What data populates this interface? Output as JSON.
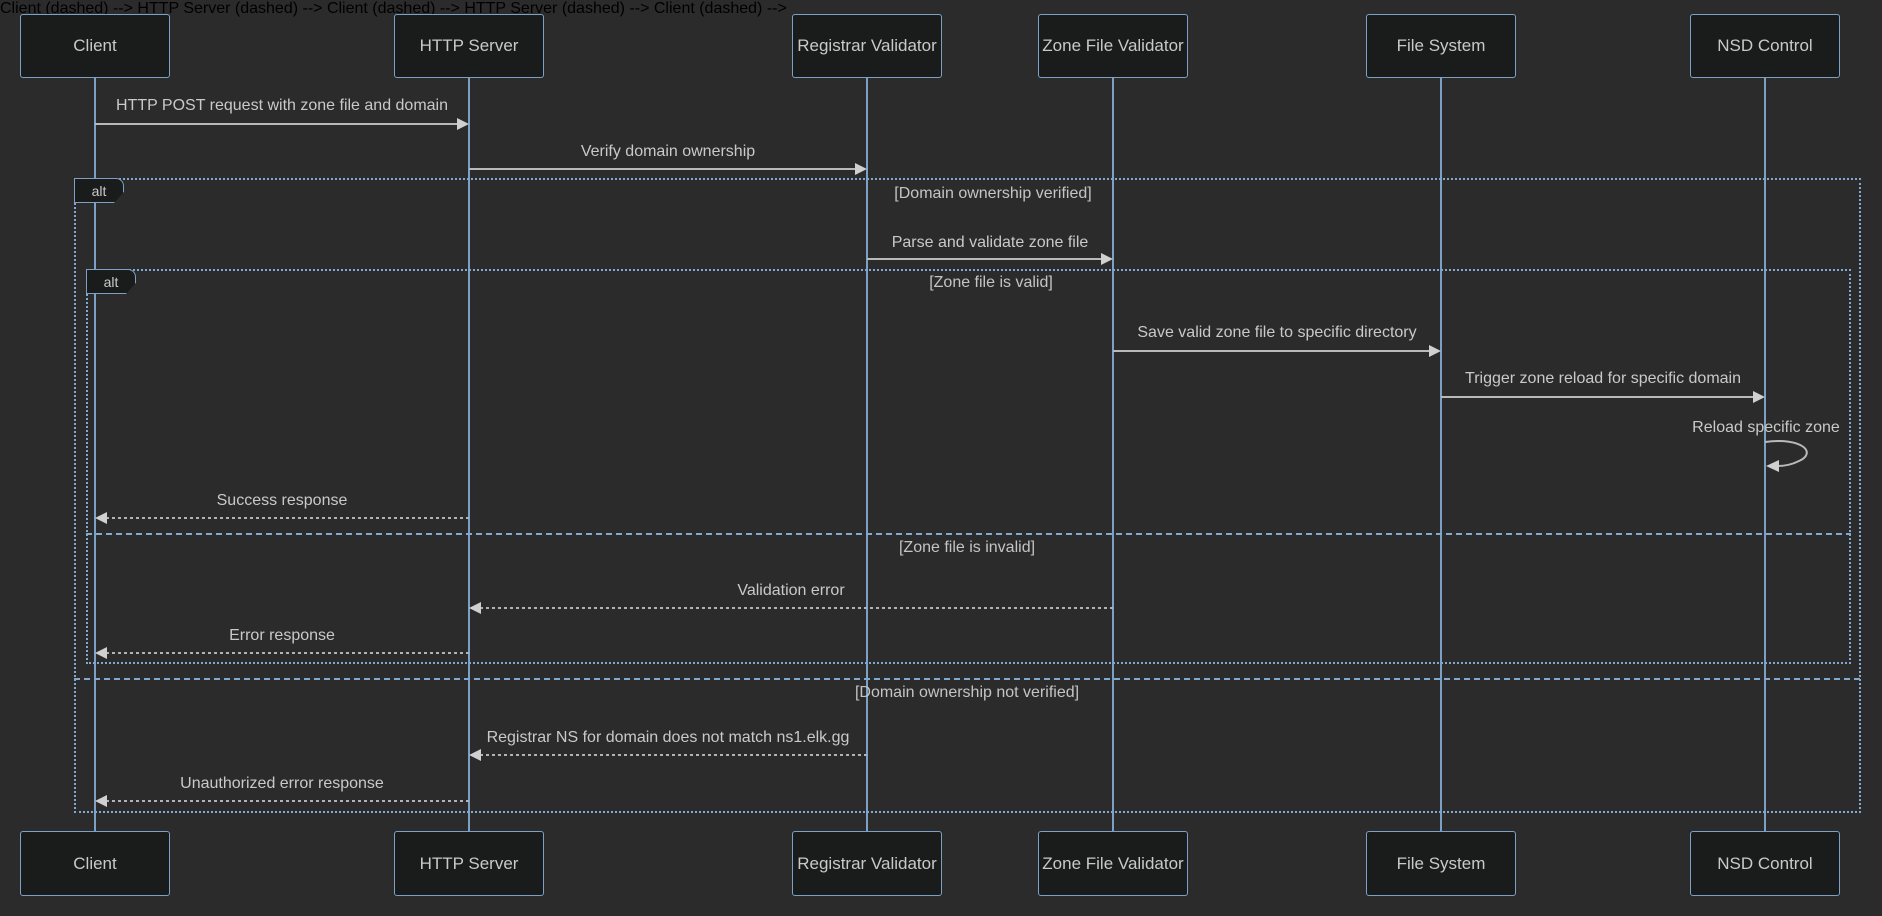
{
  "diagram_type": "sequence",
  "participants": [
    {
      "name": "Client"
    },
    {
      "name": "HTTP Server"
    },
    {
      "name": "Registrar Validator"
    },
    {
      "name": "Zone File Validator"
    },
    {
      "name": "File System"
    },
    {
      "name": "NSD Control"
    }
  ],
  "frames": {
    "outer": {
      "operator": "alt",
      "guard_verified": "[Domain ownership verified]",
      "guard_not_verified": "[Domain ownership not verified]"
    },
    "inner": {
      "operator": "alt",
      "guard_valid": "[Zone file is valid]",
      "guard_invalid": "[Zone file is invalid]"
    }
  },
  "messages": {
    "http_post": "HTTP POST request with zone file and domain",
    "verify_ownership": "Verify domain ownership",
    "parse_validate": "Parse and validate zone file",
    "save_zone": "Save valid zone file to specific directory",
    "trigger_reload": "Trigger zone reload for specific domain",
    "reload_zone": "Reload specific zone",
    "success": "Success response",
    "validation_error": "Validation error",
    "error_response": "Error response",
    "registrar_ns": "Registrar NS for domain does not match ns1.elk.gg",
    "unauthorized": "Unauthorized error response"
  },
  "colors": {
    "background": "#2b2b2b",
    "actor_fill": "#1a1b1b",
    "actor_border": "#7da1c6",
    "frame_border": "#84a9d1",
    "signal_line": "#b9b9b9",
    "arrowhead": "#d0d0d0",
    "text": "#c9c9c9"
  }
}
